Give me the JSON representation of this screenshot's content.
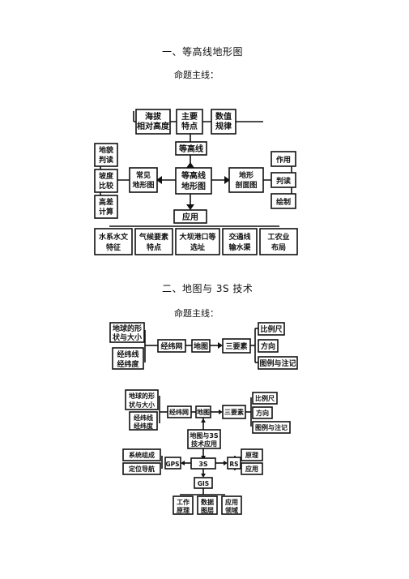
{
  "section1": {
    "title": "一、等高线地形图",
    "subtitle": "命题主线：",
    "diagram": {
      "center": [
        "等高线",
        "地形图"
      ],
      "top": "等高线",
      "top_items": [
        [
          "海拔",
          "相对高度"
        ],
        [
          "主要",
          "特点"
        ],
        [
          "数值",
          "规律"
        ]
      ],
      "left": [
        "常见",
        "地形图"
      ],
      "left_items": [
        [
          "地貌",
          "判读"
        ],
        [
          "坡度",
          "比较"
        ],
        [
          "高差",
          "计算"
        ]
      ],
      "right": [
        "地形",
        "剖面图"
      ],
      "right_items": [
        "作用",
        "判读",
        "绘制"
      ],
      "bottom": "应用",
      "bottom_items": [
        [
          "水系水文",
          "特征"
        ],
        [
          "气候要素",
          "特点"
        ],
        [
          "大坝港口等",
          "选址"
        ],
        [
          "交通线",
          "输水渠"
        ],
        [
          "工农业",
          "布局"
        ]
      ]
    }
  },
  "section2": {
    "title": "二、地图与 3S 技术",
    "subtitle": "命题主线：",
    "diagram_a": {
      "left_items": [
        [
          "地球的形",
          "状与大小"
        ],
        [
          "经纬线",
          "经纬度"
        ]
      ],
      "grid": "经纬网",
      "map": "地图",
      "elements": "三要素",
      "right_items": [
        "比例尺",
        "方向",
        "图例与注记"
      ]
    },
    "diagram_b": {
      "left_items": [
        [
          "地球的形",
          "状与大小"
        ],
        [
          "经纬线",
          "经纬度"
        ]
      ],
      "grid": "经纬网",
      "map": "地图",
      "elements": "三要素",
      "right_items": [
        "比例尺",
        "方向",
        "图例与注记"
      ],
      "center": [
        "地图与3S",
        "技术应用"
      ],
      "three_s": "3S",
      "gps": "GPS",
      "gps_items": [
        "系统组成",
        "定位导航"
      ],
      "rs": "RS",
      "rs_items": [
        "原理",
        "应用"
      ],
      "gis": "GIS",
      "gis_items": [
        [
          "工作",
          "原理"
        ],
        [
          "数据",
          "图层"
        ],
        [
          "应用",
          "领域"
        ]
      ]
    }
  }
}
